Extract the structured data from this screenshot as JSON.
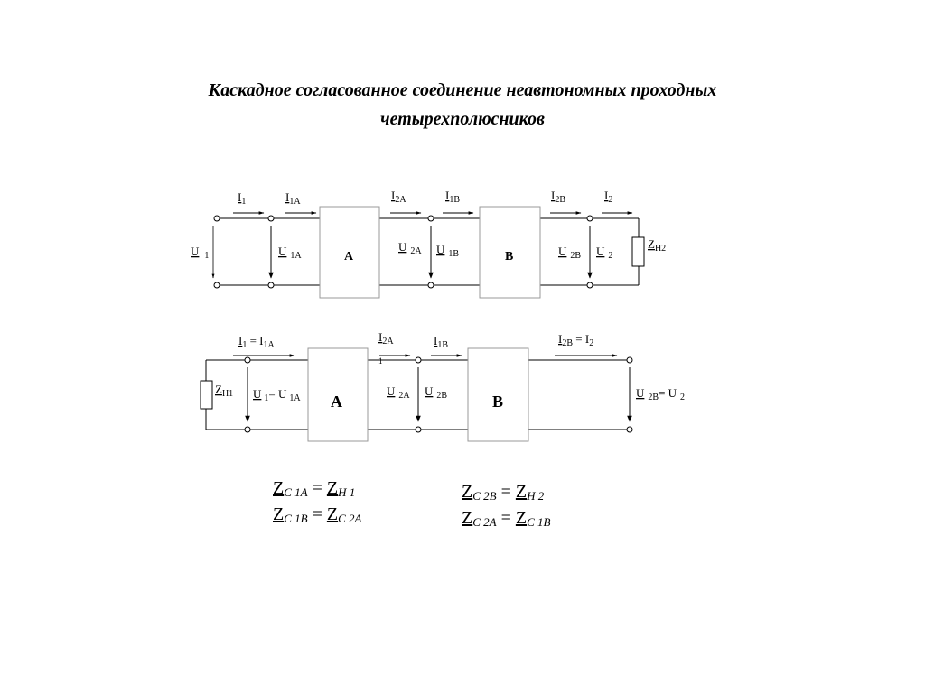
{
  "title": {
    "line1": "Каскадное согласованное соединение неавтономных проходных",
    "line2": "четырехполюсников"
  },
  "diagram1": {
    "block_a": "A",
    "block_b": "B",
    "labels": {
      "I1": "I",
      "I1_sub": "1",
      "I1A": "I",
      "I1A_sub": "1A",
      "I2A": "I",
      "I2A_sub": "2A",
      "I1B": "I",
      "I1B_sub": "1B",
      "I2B": "I",
      "I2B_sub": "2B",
      "I2": "I",
      "I2_sub": "2",
      "U1": "U",
      "U1_sub": "1",
      "U1A": "U",
      "U1A_sub": "1A",
      "U2A": "U",
      "U2A_sub": "2A",
      "U1B": "U",
      "U1B_sub": "1B",
      "U2B": "U",
      "U2B_sub": "2B",
      "U2": "U",
      "U2_sub": "2",
      "ZH2": "Z",
      "ZH2_sub": "H2"
    }
  },
  "diagram2": {
    "block_a": "A",
    "block_b": "B",
    "labels": {
      "I1eq": "I",
      "I1eq_sub": "1",
      "I1eq_mid": " = I",
      "I1eq_sub2": "1A",
      "I2A": "I",
      "I2A_sub": "2A",
      "I2A_extra": "1",
      "I1B": "I",
      "I1B_sub": "1B",
      "I2Beq": "I",
      "I2Beq_sub": "2B",
      "I2Beq_mid": " = I",
      "I2Beq_sub2": "2",
      "ZH1": "Z",
      "ZH1_sub": "H1",
      "U1eq": "U",
      "U1eq_sub": "1",
      "U1eq_mid": "= U",
      "U1eq_sub2": "1A",
      "U2A": "U",
      "U2A_sub": "2A",
      "U2B": "U",
      "U2B_sub": "2B",
      "U2Beq": "U",
      "U2Beq_sub": "2B",
      "U2Beq_mid": "= U",
      "U2Beq_sub2": "2"
    }
  },
  "formulas": [
    {
      "lhs": "Z",
      "lhs_sub": "C 1A",
      "eq": " = ",
      "rhs": "Z",
      "rhs_sub": "H 1"
    },
    {
      "lhs": "Z",
      "lhs_sub": "C 1B",
      "eq": " = ",
      "rhs": "Z",
      "rhs_sub": "C 2A"
    },
    {
      "lhs": "Z",
      "lhs_sub": "C 2B",
      "eq": " = ",
      "rhs": "Z",
      "rhs_sub": "H 2"
    },
    {
      "lhs": "Z",
      "lhs_sub": "C 2A",
      "eq": " = ",
      "rhs": "Z",
      "rhs_sub": "C 1B"
    }
  ]
}
